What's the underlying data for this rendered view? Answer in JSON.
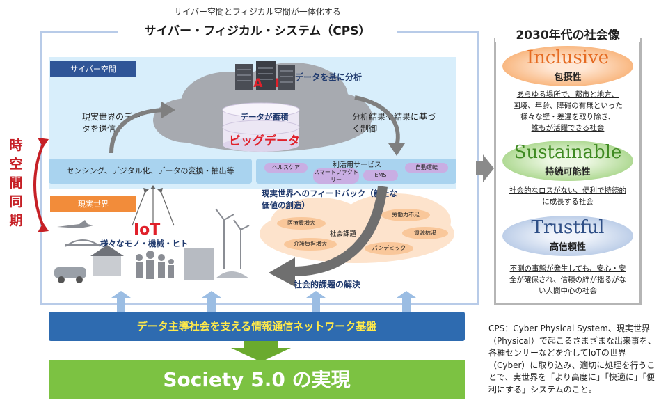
{
  "header": {
    "subtitle": "サイバー空間とフィジカル空間が一体化する",
    "title": "サイバー・フィジカル・システム（CPS）"
  },
  "sync_label": "時空間同期",
  "cyber": {
    "tag": "サイバー空間",
    "ai_label": "A I",
    "analyze": "データを基に分析",
    "accumulate": "データが蓄積",
    "bigdata": "ビッグデータ",
    "send": "現実世界のデータを送信",
    "control": "分析結果や結果に基づく制御"
  },
  "sensing_bar": "センシング、デジタル化、データの変換・抽出等",
  "services": {
    "title": "利活用サービス",
    "items": [
      "ヘルスケア",
      "スマートファクトリー",
      "EMS",
      "自動運転"
    ]
  },
  "real": {
    "tag": "現実世界",
    "iot": "IoT",
    "iot_sub": "様々なモノ・機械・ヒト",
    "feedback": "現実世界へのフィードバック（新たな価値の創造）",
    "issues_center": "社会課題",
    "issues": [
      "医療費増大",
      "介護負担増大",
      "労働力不足",
      "資源枯渇",
      "パンデミック"
    ],
    "solve": "社会的課題の解決"
  },
  "network_bar": "データ主導社会を支える情報通信ネットワーク基盤",
  "society": "Society 5.0 の実現",
  "right_panel": {
    "title": "2030年代の社会像",
    "values": [
      {
        "en": "Inclusive",
        "jp": "包摂性",
        "desc": [
          "あらゆる場所で、都市と地方、",
          "国境、年齢、障碍の有無といった",
          "様々な壁・差違を取り除き、",
          "誰もが活躍できる社会"
        ],
        "color": "#f59b4f"
      },
      {
        "en": "Sustainable",
        "jp": "持続可能性",
        "desc": [
          "社会的なロスがない、便利で持続的",
          "に成長する社会"
        ],
        "color": "#8cc866"
      },
      {
        "en": "Trustful",
        "jp": "高信頼性",
        "desc": [
          "不測の事態が発生しても、安心・安",
          "全が確保され、信頼の絆が揺るがな",
          "い人間中心の社会"
        ],
        "color": "#9fb8dd"
      }
    ]
  },
  "note": "CPS：Cyber Physical System、現実世界（Physical）で起こるさまざまな出来事を、各種センサーなどを介してIoTの世界（Cyber）に取り込み、適切に処理を行うことで、実世界を「より高度に」「快適に」「便利にする」システムのこと。"
}
